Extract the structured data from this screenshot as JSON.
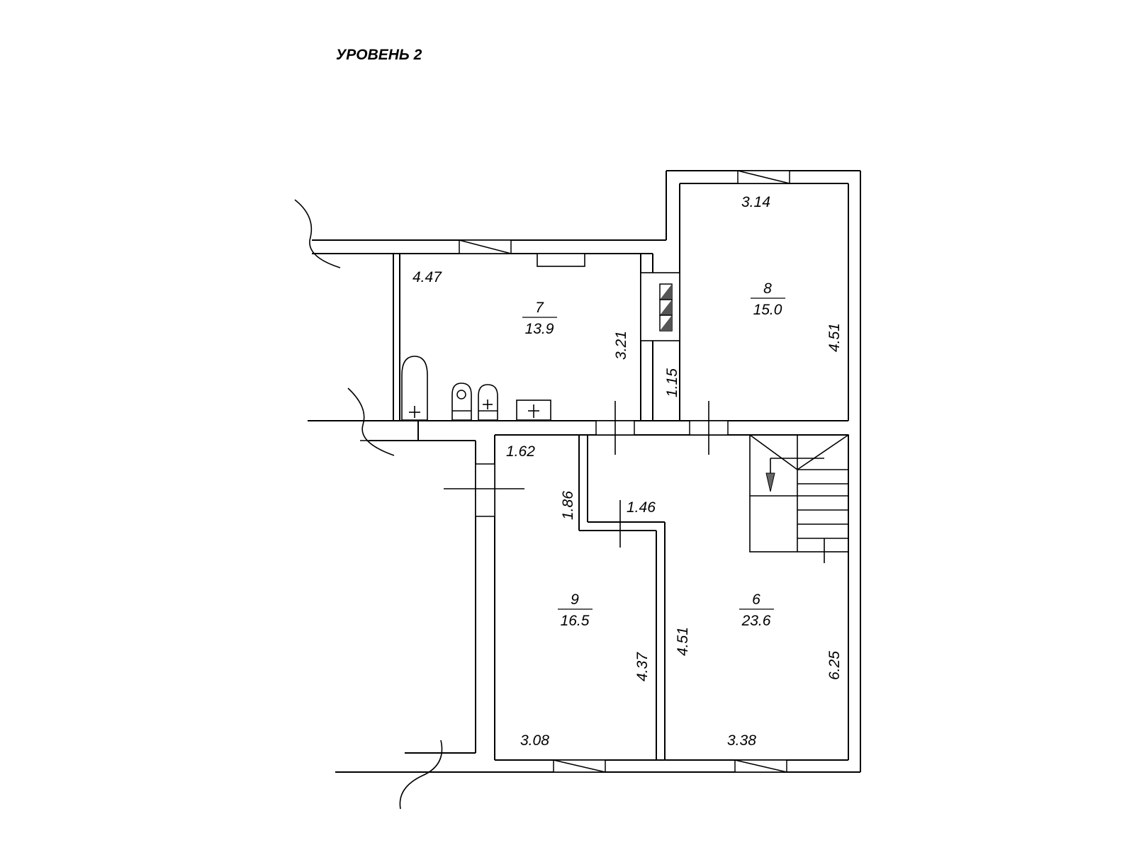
{
  "title": "УРОВЕНЬ 2",
  "rooms": [
    {
      "number": "7",
      "area": "13.9"
    },
    {
      "number": "8",
      "area": "15.0"
    },
    {
      "number": "9",
      "area": "16.5"
    },
    {
      "number": "6",
      "area": "23.6"
    }
  ],
  "dimensions": {
    "room7_width": "4.47",
    "room7_height": "3.21",
    "room8_width": "3.14",
    "room8_height": "4.51",
    "passage_height": "1.15",
    "corridor_width": "1.62",
    "corridor_depth": "1.86",
    "step_width": "1.46",
    "room9_height": "4.37",
    "room9_width": "3.08",
    "room6_left_height": "4.51",
    "room6_height": "6.25",
    "room6_width": "3.38"
  }
}
